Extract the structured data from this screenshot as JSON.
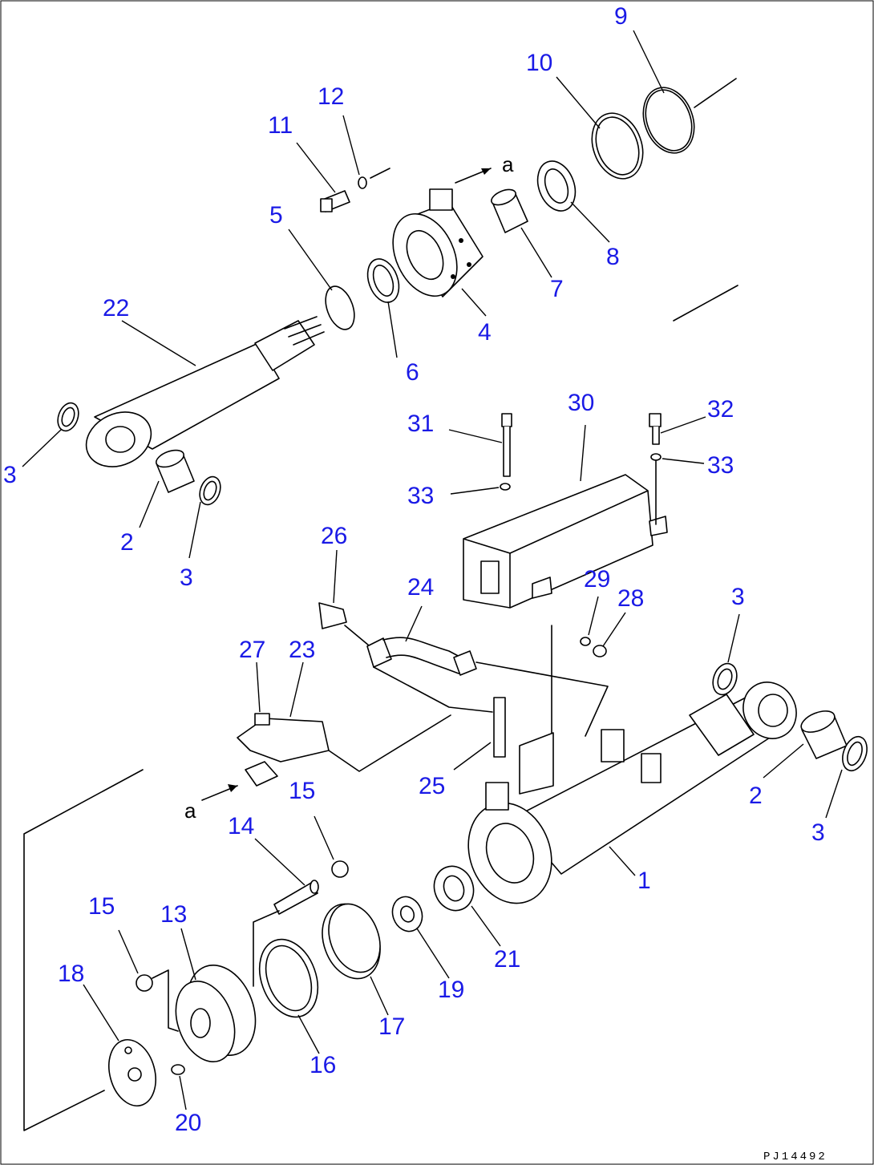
{
  "document_id": "PJ14492",
  "view_letters": [
    "a",
    "a"
  ],
  "callouts": [
    {
      "label": "1"
    },
    {
      "label": "2"
    },
    {
      "label": "2"
    },
    {
      "label": "3"
    },
    {
      "label": "3"
    },
    {
      "label": "3"
    },
    {
      "label": "3"
    },
    {
      "label": "4"
    },
    {
      "label": "5"
    },
    {
      "label": "6"
    },
    {
      "label": "7"
    },
    {
      "label": "8"
    },
    {
      "label": "9"
    },
    {
      "label": "10"
    },
    {
      "label": "11"
    },
    {
      "label": "12"
    },
    {
      "label": "13"
    },
    {
      "label": "14"
    },
    {
      "label": "15"
    },
    {
      "label": "15"
    },
    {
      "label": "16"
    },
    {
      "label": "17"
    },
    {
      "label": "18"
    },
    {
      "label": "19"
    },
    {
      "label": "20"
    },
    {
      "label": "21"
    },
    {
      "label": "22"
    },
    {
      "label": "23"
    },
    {
      "label": "24"
    },
    {
      "label": "25"
    },
    {
      "label": "26"
    },
    {
      "label": "27"
    },
    {
      "label": "28"
    },
    {
      "label": "29"
    },
    {
      "label": "30"
    },
    {
      "label": "31"
    },
    {
      "label": "32"
    },
    {
      "label": "33"
    },
    {
      "label": "33"
    }
  ]
}
